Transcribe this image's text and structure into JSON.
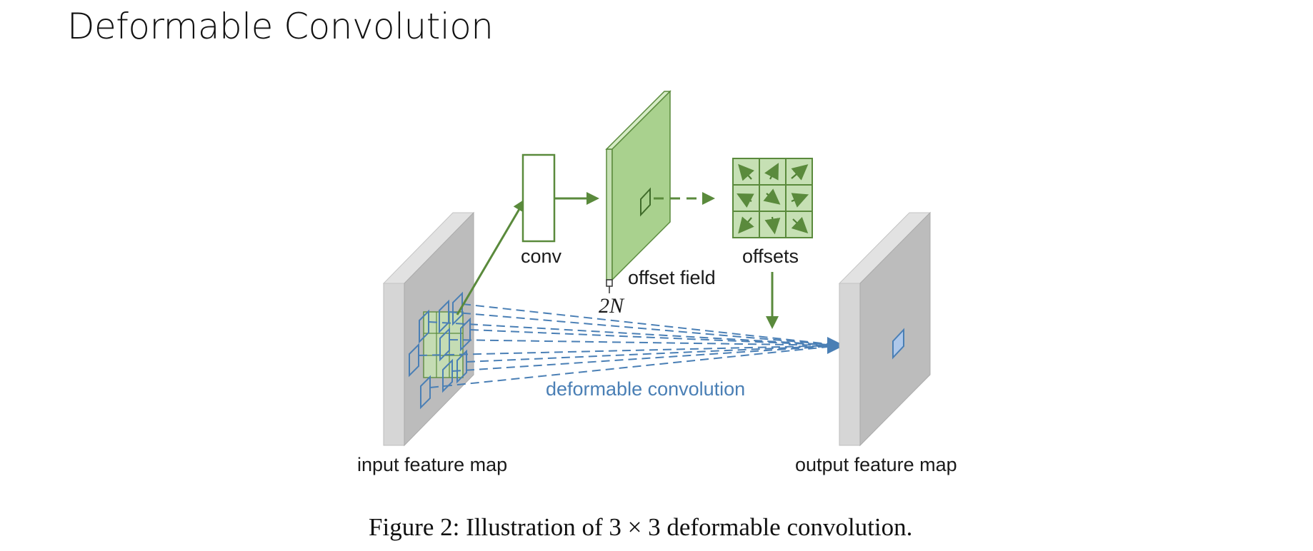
{
  "slide": {
    "title": "Deformable Convolution"
  },
  "figure": {
    "labels": {
      "conv": "conv",
      "offset_field": "offset field",
      "two_n": "2N",
      "offsets": "offsets",
      "deformable_convolution": "deformable convolution",
      "input_feature_map": "input feature map",
      "output_feature_map": "output feature map"
    },
    "caption": "Figure 2: Illustration of 3 × 3 deformable convolution."
  },
  "colors": {
    "green": "#5a8a3c",
    "green_fill": "#a9d18e",
    "blue": "#4a7fb5",
    "gray_front": "#bdbdbd",
    "gray_side": "#d6d6d6"
  }
}
